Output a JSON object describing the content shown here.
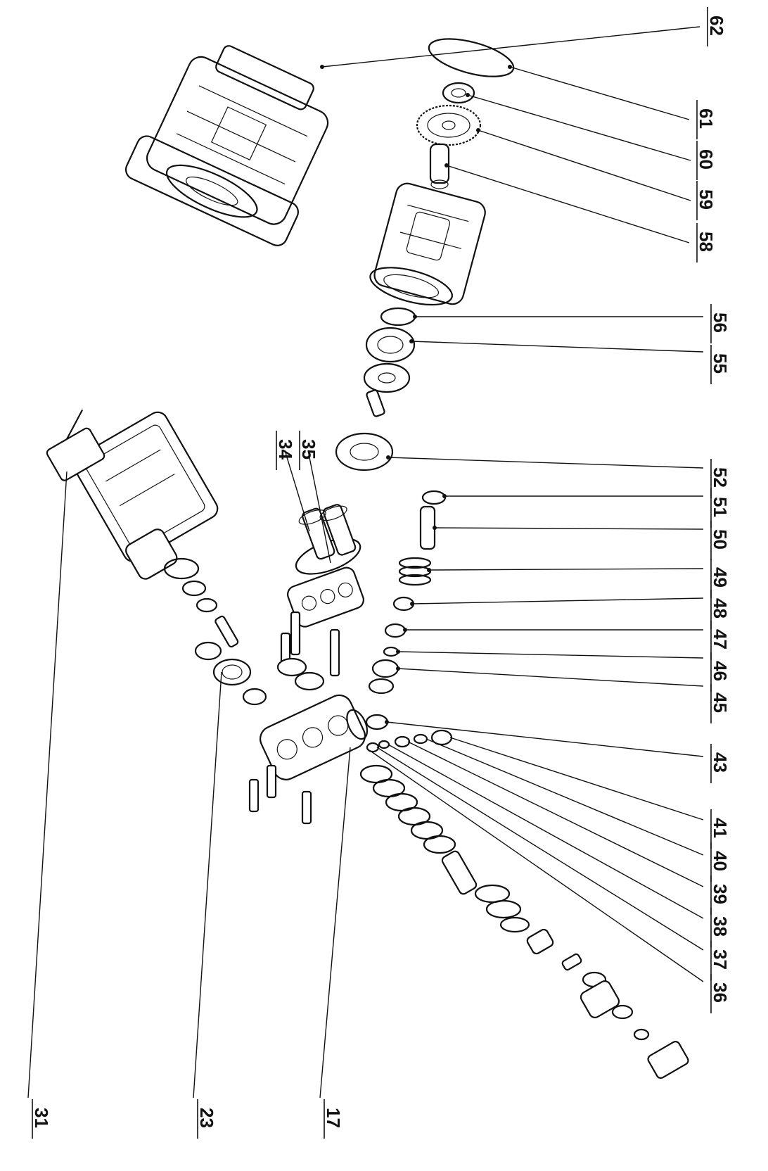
{
  "diagram": {
    "callouts_right": [
      {
        "id": "62",
        "label": "62"
      },
      {
        "id": "61",
        "label": "61"
      },
      {
        "id": "60",
        "label": "60"
      },
      {
        "id": "59",
        "label": "59"
      },
      {
        "id": "58",
        "label": "58"
      },
      {
        "id": "56",
        "label": "56"
      },
      {
        "id": "55",
        "label": "55"
      },
      {
        "id": "52",
        "label": "52"
      },
      {
        "id": "51",
        "label": "51"
      },
      {
        "id": "50",
        "label": "50"
      },
      {
        "id": "49",
        "label": "49"
      },
      {
        "id": "48",
        "label": "48"
      },
      {
        "id": "47",
        "label": "47"
      },
      {
        "id": "46",
        "label": "46"
      },
      {
        "id": "45",
        "label": "45"
      },
      {
        "id": "43",
        "label": "43"
      },
      {
        "id": "41",
        "label": "41"
      },
      {
        "id": "40",
        "label": "40"
      },
      {
        "id": "39",
        "label": "39"
      },
      {
        "id": "38",
        "label": "38"
      },
      {
        "id": "37",
        "label": "37"
      },
      {
        "id": "36",
        "label": "36"
      }
    ],
    "callouts_left": [
      {
        "id": "35",
        "label": "35"
      },
      {
        "id": "34",
        "label": "34"
      }
    ],
    "callouts_bottom": [
      {
        "id": "31",
        "label": "31"
      },
      {
        "id": "23",
        "label": "23"
      },
      {
        "id": "17",
        "label": "17"
      }
    ]
  }
}
